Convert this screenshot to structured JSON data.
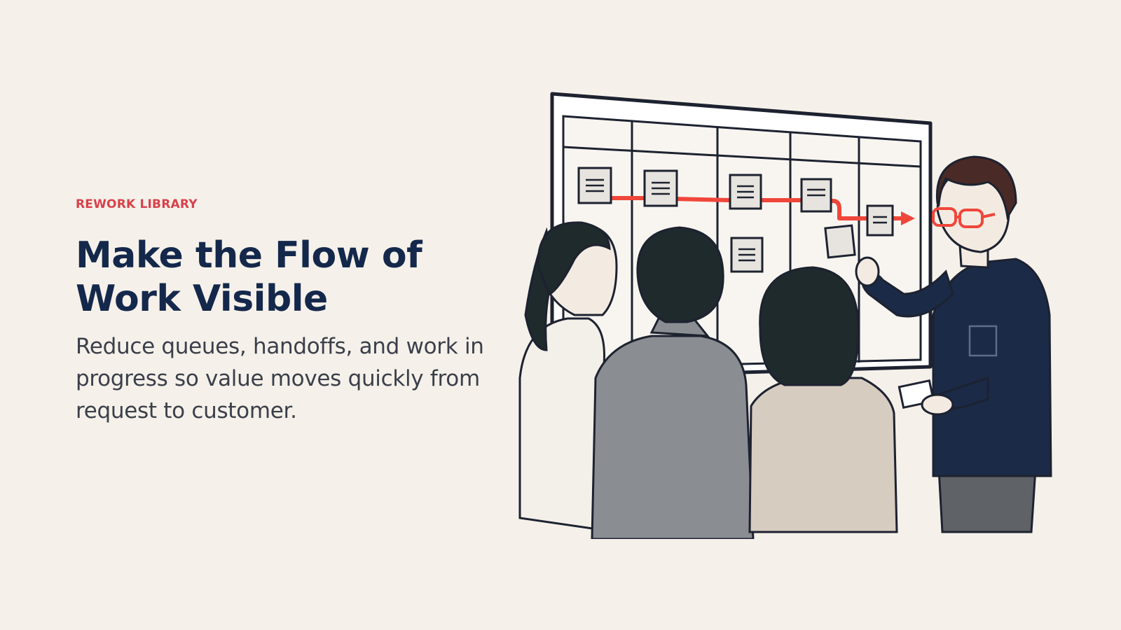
{
  "slide": {
    "eyebrow": "REWORK LIBRARY",
    "title": "Make the Flow of Work Visible",
    "subtitle": "Reduce queues, handoffs, and work in progress so value moves quickly from request to customer."
  },
  "colors": {
    "background": "#f5f1ea",
    "accent": "#d9414a",
    "title": "#14284b",
    "body": "#3a3f4a",
    "flow_line": "#f0463a"
  },
  "illustration": {
    "subject": "team-at-kanban-board",
    "icons": [
      "kanban-board",
      "sticky-note",
      "flow-arrow",
      "presenter",
      "team-member"
    ]
  }
}
